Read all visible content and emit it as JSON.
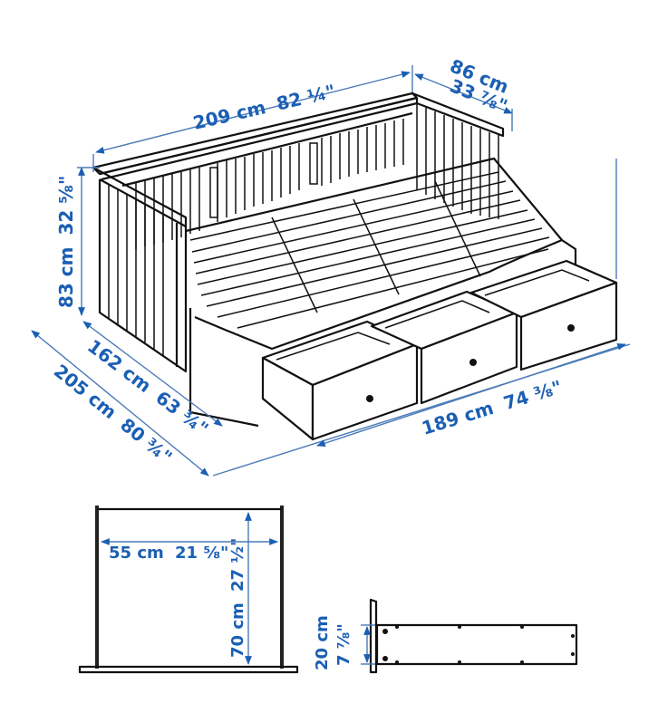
{
  "diagram": {
    "type": "furniture-dimension-drawing",
    "subject": "daybed with three drawers",
    "colors": {
      "dimension": "#1a5fb4",
      "line": "#111111",
      "background": "#ffffff"
    },
    "main_view": {
      "dimensions": {
        "length": {
          "cm": "209 cm",
          "inch": "82 ¼\""
        },
        "depth": {
          "cm": "86 cm",
          "inch": "33 ⅞\""
        },
        "height": {
          "cm": "83 cm",
          "inch": "32 ⅝\""
        },
        "inner_width": {
          "cm": "162 cm",
          "inch": "63 ¾\""
        },
        "extended_width": {
          "cm": "205 cm",
          "inch": "80 ¾\""
        },
        "drawer_span": {
          "cm": "189 cm",
          "inch": "74 ⅜\""
        }
      },
      "drawers_count": 3
    },
    "drawer_top_view": {
      "width": {
        "cm": "55 cm",
        "inch": "21 ⅝\""
      },
      "depth": {
        "cm": "70 cm",
        "inch": "27 ½\""
      }
    },
    "drawer_side_view": {
      "height": {
        "cm": "20 cm",
        "inch": "7 ⅞\""
      }
    }
  }
}
